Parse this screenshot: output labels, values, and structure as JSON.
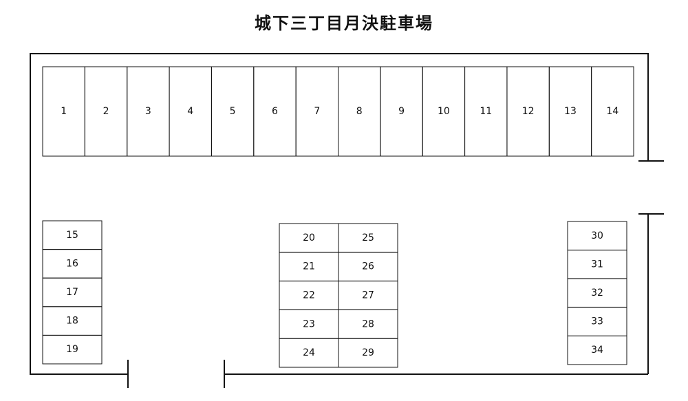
{
  "title": "城下三丁目月決駐車場",
  "top_row": [
    "1",
    "2",
    "3",
    "4",
    "5",
    "6",
    "7",
    "8",
    "9",
    "10",
    "11",
    "12",
    "13",
    "14"
  ],
  "left_column": [
    "15",
    "16",
    "17",
    "18",
    "19"
  ],
  "center_block": {
    "left_column": [
      "20",
      "21",
      "22",
      "23",
      "24"
    ],
    "right_column": [
      "25",
      "26",
      "27",
      "28",
      "29"
    ]
  },
  "right_column": [
    "30",
    "31",
    "32",
    "33",
    "34"
  ]
}
